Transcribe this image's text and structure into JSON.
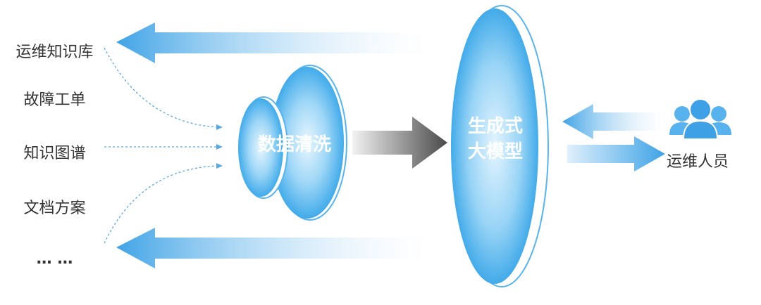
{
  "sources": [
    {
      "label": "运维知识库"
    },
    {
      "label": "故障工单"
    },
    {
      "label": "知识图谱"
    },
    {
      "label": "文档方案"
    },
    {
      "label": "… …"
    }
  ],
  "cleaning": {
    "label": "数据清洗"
  },
  "model": {
    "line1": "生成式",
    "line2": "大模型"
  },
  "user": {
    "label": "运维人员",
    "icon": "users-icon"
  },
  "colors": {
    "blue_light": "#dff2fd",
    "blue_mid": "#8fd0f5",
    "blue_dark": "#1f9be6",
    "arrow_blue": "#4aaae8",
    "arrow_gray": "#555555",
    "text": "#333333"
  }
}
